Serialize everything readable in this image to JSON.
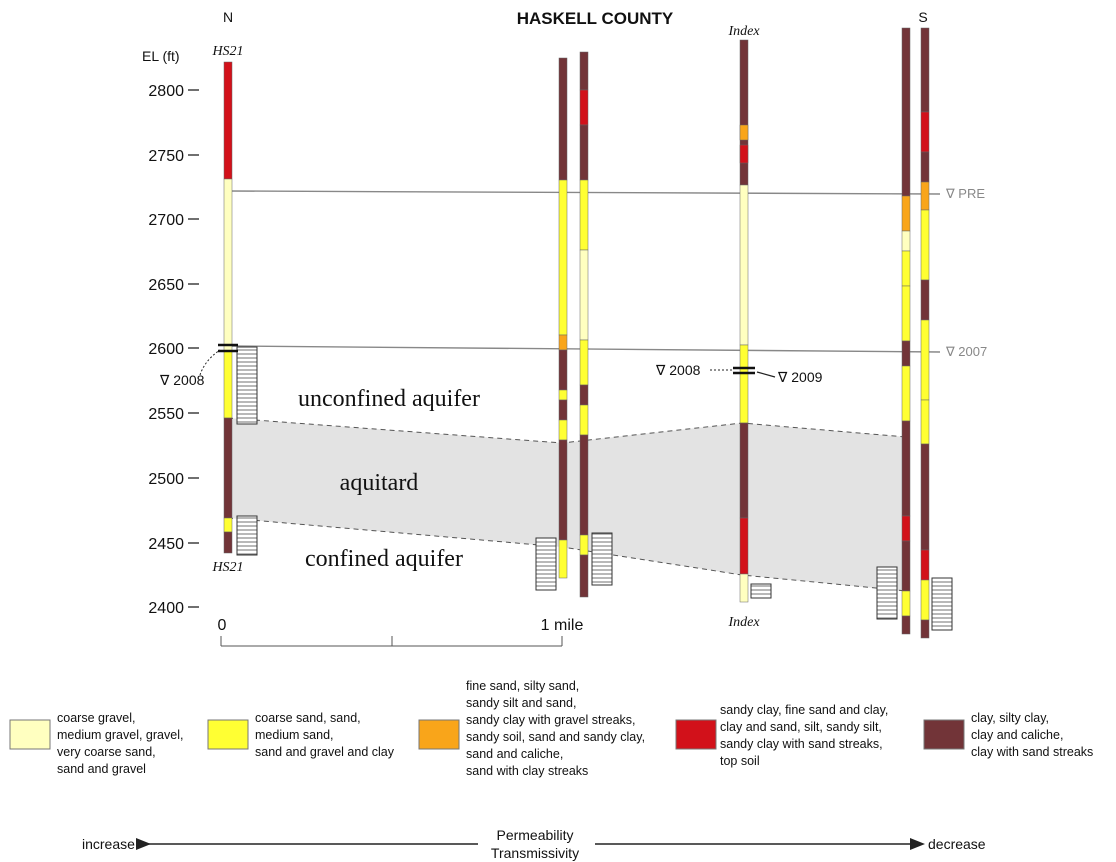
{
  "title": "HASKELL COUNTY",
  "direction": {
    "north": "N",
    "south": "S"
  },
  "axis": {
    "label": "EL (ft)",
    "ticks": [
      "2800",
      "2750",
      "2700",
      "2650",
      "2600",
      "2550",
      "2500",
      "2450",
      "2400"
    ]
  },
  "wells": {
    "hs21_top": "HS21",
    "hs21_bottom": "HS21",
    "index_top": "Index",
    "index_bottom": "Index"
  },
  "water_levels": {
    "pre": "∇ PRE",
    "y2007": "∇ 2007",
    "hs21_2008": "∇ 2008",
    "index_2008": "∇ 2008",
    "index_2009": "∇ 2009"
  },
  "units": {
    "unconfined": "unconfined aquifer",
    "aquitard": "aquitard",
    "confined": "confined aquifer"
  },
  "scale": {
    "zero": "0",
    "mile": "1 mile"
  },
  "legend": [
    {
      "color": "#ffffc0",
      "lines": [
        "coarse gravel,",
        "medium gravel, gravel,",
        "very coarse sand,",
        "sand and gravel"
      ]
    },
    {
      "color": "#ffff33",
      "lines": [
        "coarse sand, sand,",
        "medium sand,",
        "sand and gravel and clay"
      ]
    },
    {
      "color": "#f9a51a",
      "lines": [
        "fine sand, silty sand,",
        "sandy silt and sand,",
        "sandy clay with gravel streaks,",
        "sandy soil, sand and sandy clay,",
        "sand and caliche,",
        "sand with clay streaks"
      ]
    },
    {
      "color": "#d2111a",
      "lines": [
        "sandy clay, fine sand and clay,",
        "clay and sand, silt, sandy silt,",
        "sandy clay with sand streaks,",
        "top soil"
      ]
    },
    {
      "color": "#723438",
      "lines": [
        "clay, silty clay,",
        "clay and caliche,",
        "clay with sand streaks"
      ]
    }
  ],
  "arrow": {
    "left": "increase",
    "right": "decrease",
    "center1": "Permeability",
    "center2": "Transmissivity"
  }
}
